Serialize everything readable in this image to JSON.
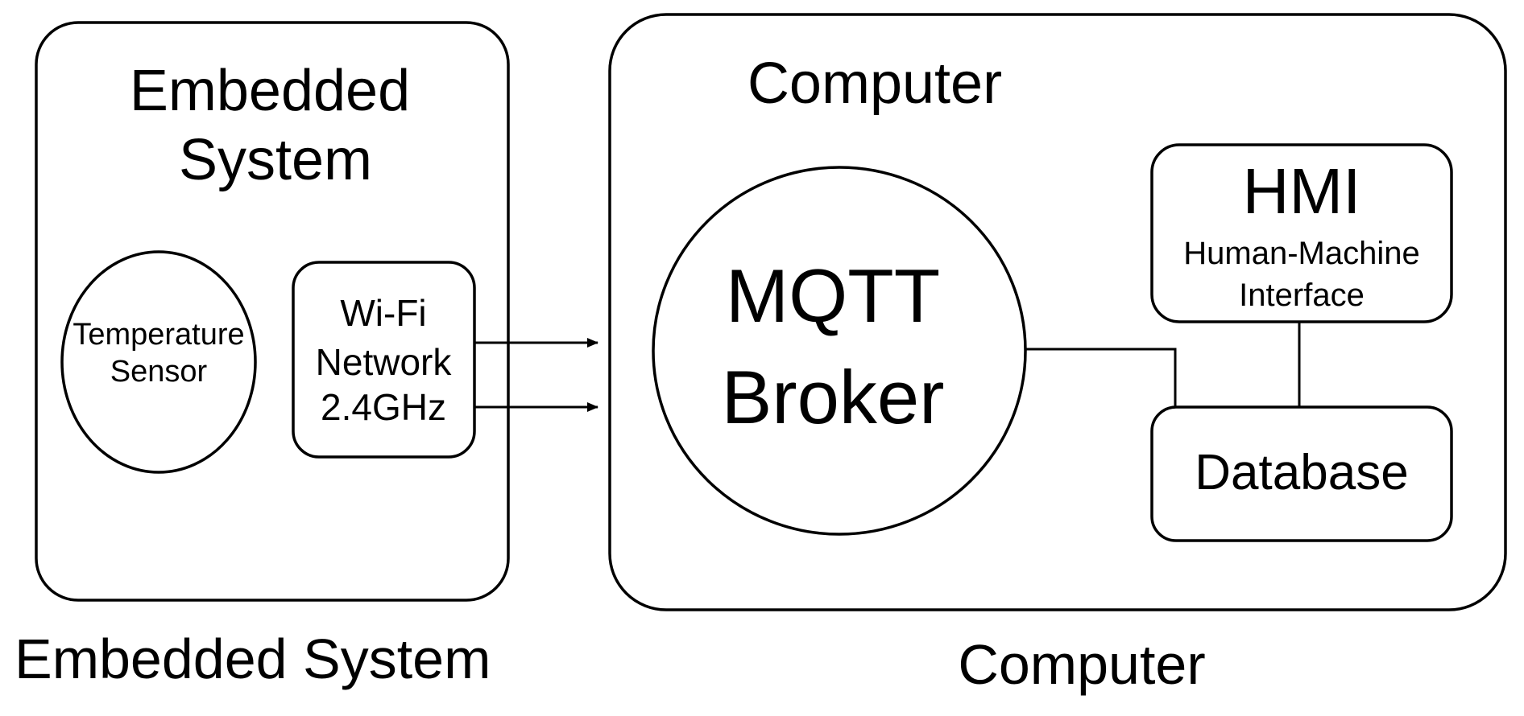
{
  "embedded_system": {
    "title_line1": "Embedded",
    "title_line2": "System",
    "caption": "Embedded System",
    "sensor": {
      "label_line1": "Temperature",
      "label_line2": "Sensor"
    },
    "wifi": {
      "label_line1": "Wi-Fi",
      "label_line2": "Network",
      "label_line3": "2.4GHz"
    }
  },
  "computer": {
    "title": "Computer",
    "caption": "Computer",
    "broker": {
      "label_line1": "MQTT",
      "label_line2": "Broker"
    },
    "hmi": {
      "title": "HMI",
      "subtitle_line1": "Human-Machine",
      "subtitle_line2": "Interface"
    },
    "database": {
      "label": "Database"
    }
  }
}
